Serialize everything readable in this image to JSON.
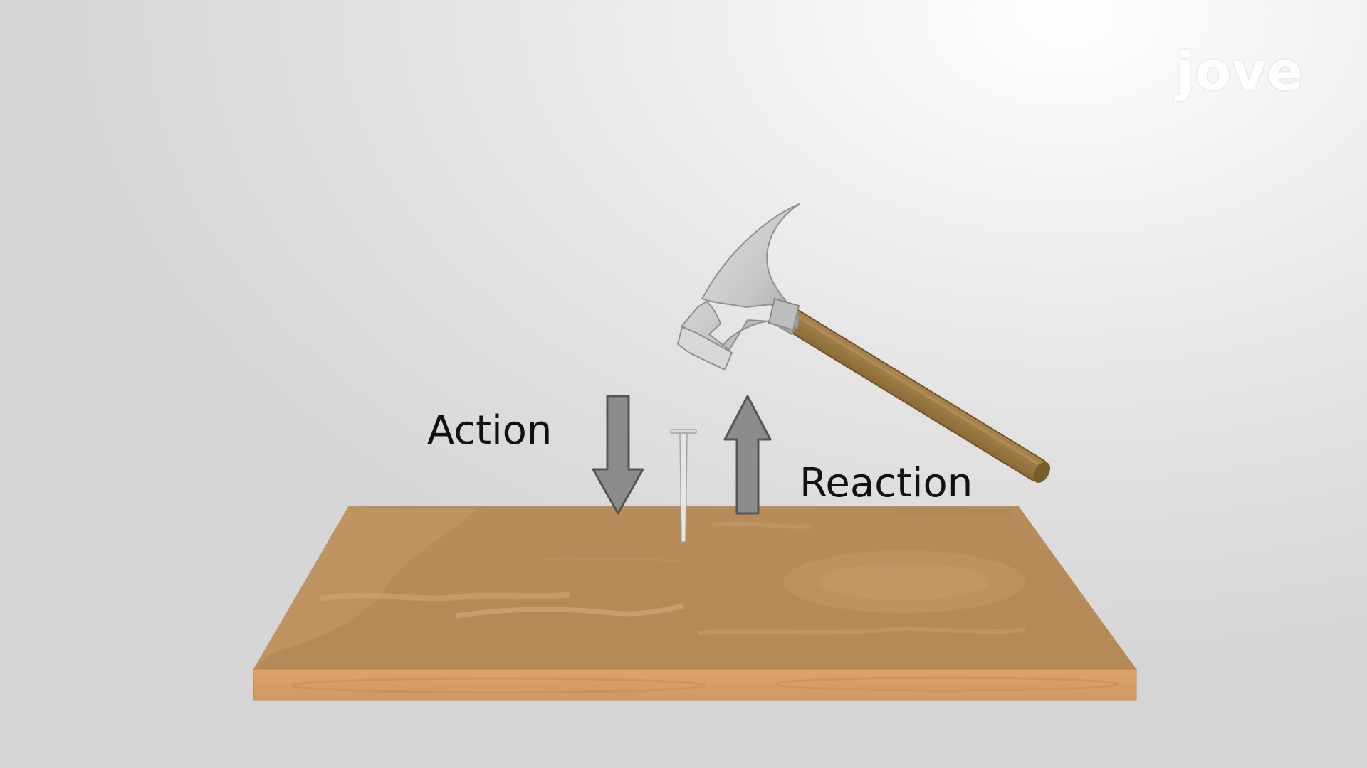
{
  "labels": {
    "action": "Action",
    "reaction": "Reaction"
  },
  "logo": {
    "text": "jove"
  },
  "colors": {
    "arrow": "#8a8a8a",
    "wood_top": "#b98e5c",
    "wood_edge": "#d6a56c",
    "handle": "#9b7841",
    "hammer_head": "#c9c9c9"
  },
  "icons": [
    "hammer-icon",
    "nail-icon",
    "wood-board",
    "action-arrow-down",
    "reaction-arrow-up"
  ]
}
